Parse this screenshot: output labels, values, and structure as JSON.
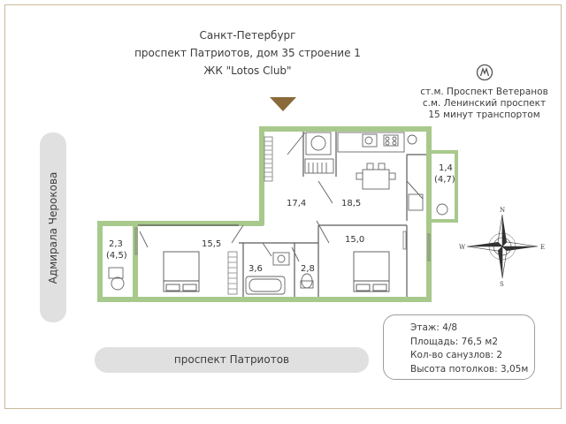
{
  "header": {
    "city": "Санкт-Петербург",
    "address": "проспект Патриотов, дом 35 строение 1",
    "complex": "ЖК \"Lotos Club\""
  },
  "metro": {
    "logo_icon": "metro-icon",
    "line1": "ст.м. Проспект Ветеранов",
    "line2": "с.м. Ленинский проспект",
    "line3": "15 минут транспортом"
  },
  "streets": {
    "vertical": "Адмирала Черокова",
    "horizontal": "проспект Патриотов"
  },
  "rooms": {
    "hall": "17,4",
    "kitchen": "18,5",
    "balcony_top": "1,4",
    "balcony_top_sub": "(4,7)",
    "balcony_left": "2,3",
    "balcony_left_sub": "(4,5)",
    "bedroom_left": "15,5",
    "bath": "3,6",
    "wc": "2,8",
    "bedroom_right": "15,0"
  },
  "compass": {
    "n": "N",
    "s": "S",
    "w": "W",
    "e": "E"
  },
  "info": {
    "floor": "Этаж: 4/8",
    "area": "Площадь: 76,5 м2",
    "bathrooms": "Кол-во санузлов: 2",
    "ceiling": "Высота потолков: 3,05м"
  },
  "colors": {
    "wall": "#a8c98c",
    "accent": "#8a6a3a",
    "street": "#e0e0e0"
  }
}
